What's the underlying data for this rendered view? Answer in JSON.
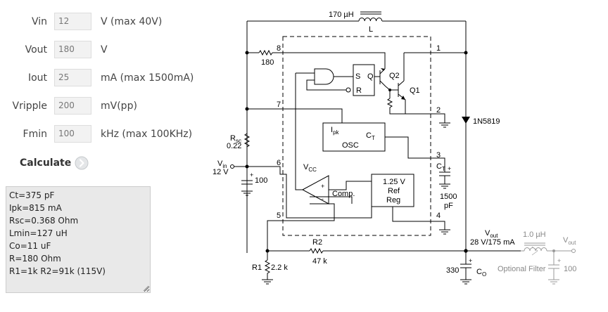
{
  "form": {
    "vin": {
      "label": "Vin",
      "value": "12",
      "unit": "V (max  40V)"
    },
    "vout": {
      "label": "Vout",
      "value": "180",
      "unit": "V"
    },
    "iout": {
      "label": "Iout",
      "value": "25",
      "unit": "mA (max 1500mA)"
    },
    "vripple": {
      "label": "Vripple",
      "value": "200",
      "unit": "mV(pp)"
    },
    "fmin": {
      "label": "Fmin",
      "value": "100",
      "unit": "kHz (max 100KHz)"
    }
  },
  "calculate": {
    "label": "Calculate",
    "icon": "chevron-right-circle-icon"
  },
  "results": [
    "Ct=375 pF",
    "Ipk=815 mA",
    "Rsc=0.368 Ohm",
    "Lmin=127 uH",
    "Co=11 uF",
    "R=180 Ohm",
    "R1=1k R2=91k (115V)"
  ],
  "schematic": {
    "inductor": {
      "value": "170 µH",
      "name": "L"
    },
    "r_top": "180",
    "rsc": {
      "name": "R",
      "sub": "sc",
      "value": "0.22"
    },
    "vin": {
      "name": "V",
      "sub": "in",
      "value": "12 V"
    },
    "cin": "100",
    "flipflop": {
      "s": "S",
      "q": "Q",
      "r": "R"
    },
    "q2": "Q2",
    "q1": "Q1",
    "osc": {
      "ipk": "I",
      "ipk_sub": "pk",
      "ct": "C",
      "ct_sub": "T",
      "label": "OSC"
    },
    "vcc": {
      "name": "V",
      "sub": "CC"
    },
    "comp": "Comp.",
    "ref": [
      "1.25 V",
      "Ref",
      "Reg"
    ],
    "pins": [
      "1",
      "2",
      "3",
      "4",
      "5",
      "6",
      "7",
      "8"
    ],
    "diode": "1N5819",
    "ct_cap": {
      "name": "C",
      "sub": "T",
      "value": "1500",
      "unit": "pF"
    },
    "vout": {
      "name": "V",
      "sub": "out",
      "value": "28 V/175 mA"
    },
    "r2": {
      "name": "R2",
      "value": "47 k"
    },
    "r1": {
      "name": "R1",
      "value": "2.2 k"
    },
    "co": {
      "value": "330",
      "name": "C",
      "sub": "O"
    },
    "filter": {
      "inductor": "1.0 µH",
      "label": "Optional Filter",
      "vout": "V",
      "vout_sub": "out",
      "cap": "100"
    },
    "polarity": "+",
    "comp_plus": "+",
    "comp_minus": "-"
  }
}
